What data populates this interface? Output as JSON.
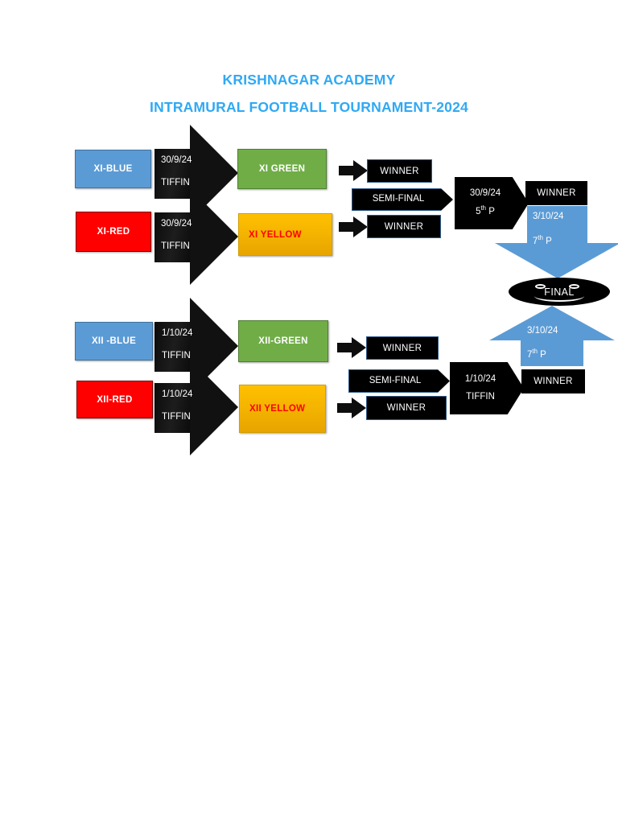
{
  "page": {
    "background": "#ffffff",
    "accent_blue": "#5B9BD5",
    "title_color": "#2FA9F4"
  },
  "header": {
    "line1": "KRISHNAGAR ACADEMY",
    "line2": "INTRAMURAL FOOTBALL TOURNAMENT-2024"
  },
  "brackets": [
    {
      "id": "class-xi",
      "teams_left": [
        {
          "label": "XI-BLUE",
          "color": "#5B9BD5"
        },
        {
          "label": "XI-RED",
          "color": "#FF0000"
        }
      ],
      "match_arrows": [
        {
          "date": "30/9/24",
          "slot": "TIFFIN"
        },
        {
          "date": "30/9/24",
          "slot": "TIFFIN"
        }
      ],
      "teams_right": [
        {
          "label": "XI GREEN",
          "color": "#70AD47"
        },
        {
          "label": "XI YELLOW",
          "color": "#FFC000"
        }
      ],
      "winners": [
        "WINNER",
        "WINNER"
      ],
      "semifinal_label": "SEMI-FINAL",
      "semifinal_match": {
        "date": "30/9/24",
        "slot": "5",
        "slot_suffix": "th",
        "slot_unit": "P"
      },
      "semifinal_winner": "WINNER",
      "to_final": {
        "date": "3/10/24",
        "slot": "7",
        "slot_suffix": "th",
        "slot_unit": "P"
      }
    },
    {
      "id": "class-xii",
      "teams_left": [
        {
          "label": "XII -BLUE",
          "color": "#5B9BD5"
        },
        {
          "label": "XII-RED",
          "color": "#FF0000"
        }
      ],
      "match_arrows": [
        {
          "date": "1/10/24",
          "slot": "TIFFIN"
        },
        {
          "date": "1/10/24",
          "slot": "TIFFIN"
        }
      ],
      "teams_right": [
        {
          "label": "XII-GREEN",
          "color": "#70AD47"
        },
        {
          "label": "XII YELLOW",
          "color": "#FFC000"
        }
      ],
      "winners": [
        "WINNER",
        "WINNER"
      ],
      "semifinal_label": "SEMI-FINAL",
      "semifinal_match": {
        "date": "1/10/24",
        "slot": "TIFFIN"
      },
      "semifinal_winner": "WINNER",
      "to_final": {
        "date": "3/10/24",
        "slot": "7",
        "slot_suffix": "th",
        "slot_unit": "P"
      }
    }
  ],
  "final": {
    "label": "FINAL"
  }
}
